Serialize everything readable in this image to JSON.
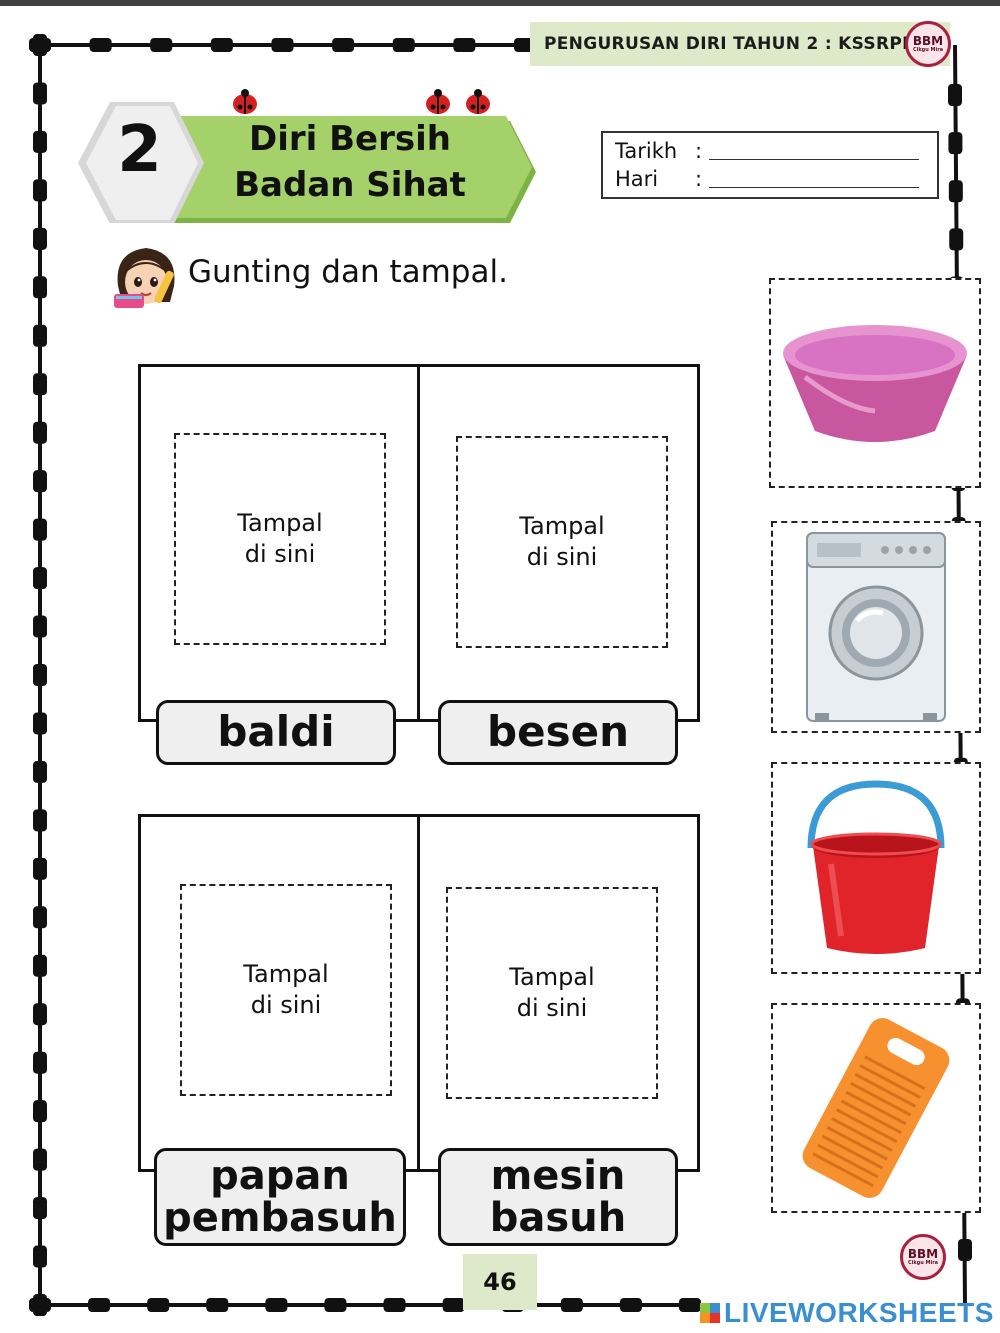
{
  "header": {
    "tag": "PENGURUSAN DIRI TAHUN 2 : KSSRPK",
    "logo_text": "BBM",
    "logo_subtext": "Cikgu Mira"
  },
  "chapter": {
    "number": "2",
    "title_line1": "Diri Bersih",
    "title_line2": "Badan Sihat"
  },
  "date_box": {
    "date_label": "Tarikh",
    "day_label": "Hari",
    "colon": ":"
  },
  "instruction": "Gunting dan tampal.",
  "paste_text_line1": "Tampal",
  "paste_text_line2": "di sini",
  "cells": [
    {
      "label_line1": "baldi",
      "label_line2": ""
    },
    {
      "label_line1": "besen",
      "label_line2": ""
    },
    {
      "label_line1": "papan",
      "label_line2": "pembasuh"
    },
    {
      "label_line1": "mesin",
      "label_line2": "basuh"
    }
  ],
  "cutouts": [
    {
      "icon": "basin-icon"
    },
    {
      "icon": "washing-machine-icon"
    },
    {
      "icon": "bucket-icon"
    },
    {
      "icon": "washboard-icon"
    }
  ],
  "footer": {
    "page_number": "46",
    "watermark": "LIVEWORKSHEETS"
  },
  "colors": {
    "header_bg": "#dde9c9",
    "title_green": "#7cb342",
    "bucket_red": "#e0242a",
    "basin_pink": "#d773c2",
    "washboard_orange": "#f7902f"
  }
}
